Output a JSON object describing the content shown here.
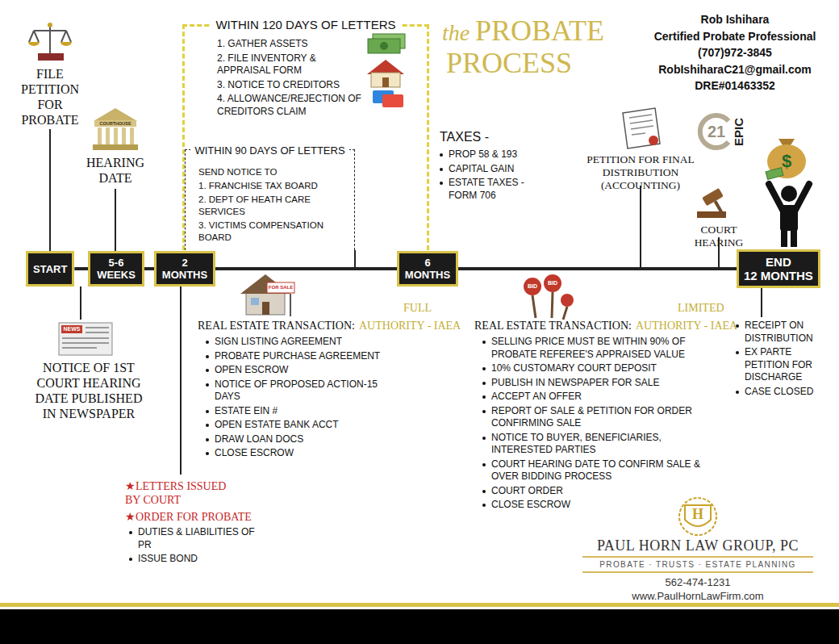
{
  "diagram": {
    "title": "PROBATE PROCESS",
    "nodes": [
      {
        "text": [
          "START"
        ]
      },
      {
        "text": [
          "5-6 WEEKS"
        ]
      },
      {
        "text": [
          "2 MONTHS"
        ]
      },
      {
        "text": [
          "6 MONTHS"
        ]
      },
      {
        "text": [
          "END",
          "12 MONTHS"
        ]
      },
      {
        "text": [
          "WITHIN 120 DAYS OF LETTERS",
          "1. GATHER ASSETS",
          "2. FILE INVENTORY & APPRAISAL FORM",
          "3. NOTICE TO CREDITORS",
          "4. ALLOWANCE/REJECTION OF CREDITORS CLAIM"
        ]
      },
      {
        "text": [
          "WITHIN 90 DAYS OF LETTERS",
          "SEND NOTICE TO",
          "1. FRANCHISE TAX BOARD",
          "2. DEPT OF HEATH CARE SERVICES",
          "3. VICTIMS COMPENSATION BOARD"
        ],
        "in": 5
      }
    ],
    "edges": [
      {
        "from": 0,
        "to": 1,
        "arrow": "none"
      },
      {
        "from": 1,
        "to": 2,
        "arrow": "none"
      },
      {
        "from": 2,
        "to": 3,
        "arrow": "none"
      },
      {
        "from": 3,
        "to": 4,
        "arrow": "none"
      }
    ],
    "labels": [
      "the",
      "FILE PETITION FOR PROBATE",
      "HEARING DATE",
      "NOTICE OF 1ST COURT HEARING DATE PUBLISHED IN NEWSPAPER",
      "★LETTERS ISSUED BY COURT",
      "★ORDER FOR PROBATE",
      "DUTIES & LIABILITIES OF PR",
      "ISSUE BOND",
      "TAXES -",
      "PROP 58 & 193",
      "CAPITAL GAIN",
      "ESTATE TAXES - FORM 706",
      "FULL",
      "REAL ESTATE TRANSACTION:",
      "AUTHORITY - IAEA",
      "SIGN LISTING AGREEMENT",
      "PROBATE PURCHASE AGREEMENT",
      "OPEN ESCROW",
      "NOTICE OF PROPOSED ACTION-15 DAYS",
      "ESTATE EIN #",
      "OPEN ESTATE BANK ACCT",
      "DRAW LOAN DOCS",
      "CLOSE ESCROW",
      "LIMITED",
      "REAL ESTATE TRANSACTION:",
      "AUTHORITY - IAEA",
      "SELLING PRICE MUST BE WITHIN 90% OF PROBATE REFEREE'S APPRAISED VALUE",
      "10% CUSTOMARY COURT DEPOSIT",
      "PUBLISH IN NEWSPAPER FOR SALE",
      "ACCEPT AN OFFER",
      "REPORT OF SALE & PETITION FOR ORDER CONFIRMING SALE",
      "NOTICE TO BUYER, BENEFICIARIES, INTERESTED PARTIES",
      "COURT HEARING DATE TO CONFIRM SALE & OVER BIDDING PROCESS",
      "COURT ORDER",
      "CLOSE ESCROW",
      "PETITION FOR FINAL DISTRIBUTION (ACCOUNTING)",
      "COURT HEARING",
      "RECEIPT ON DISTRIBUTION",
      "EX PARTE PETITION FOR DISCHARGE",
      "CASE CLOSED",
      "Rob Ishihara",
      "Certified Probate Professional",
      "(707)972-3845",
      "RobIshiharaC21@gmail.com",
      "DRE#01463352",
      "21",
      "EPIC",
      "$",
      "H",
      "PAUL HORN LAW GROUP, PC",
      "PROBATE · TRUSTS · ESTATE PLANNING",
      "562-474-1231",
      "www.PaulHornLawFirm.com",
      "NEWS",
      "FOR SALE",
      "BID",
      "BID",
      "COURTHOUSE"
    ]
  }
}
